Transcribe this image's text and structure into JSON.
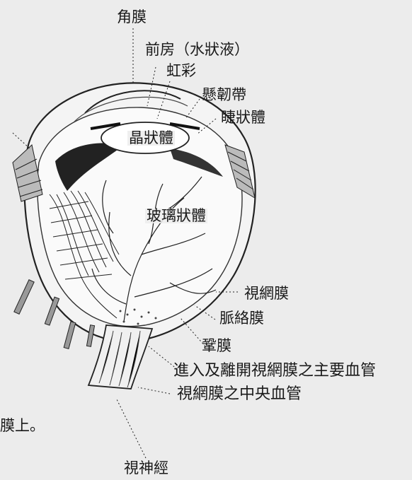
{
  "labels": {
    "cornea": "角膜",
    "anterior_chamber": "前房（水狀液）",
    "iris": "虹彩",
    "zonule": "懸韌帶",
    "ciliary_body": "睫狀體",
    "lens": "晶狀體",
    "vitreous": "玻璃狀體",
    "retina": "視網膜",
    "choroid": "脈絡膜",
    "sclera": "鞏膜",
    "main_vessels": "進入及離開視網膜之主要血管",
    "central_vessel": "視網膜之中央血管",
    "optic_nerve": "視神經",
    "cut_text": "膜上。"
  }
}
